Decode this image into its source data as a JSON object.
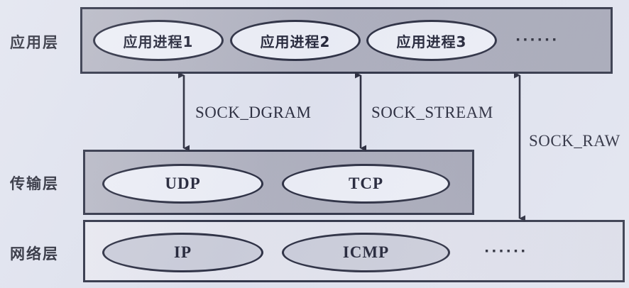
{
  "diagram": {
    "title": "TCP/IP socket layering diagram",
    "background_color": "#dfe2ee",
    "line_color": "#22263a"
  },
  "layers": [
    {
      "id": "application",
      "label": "应用层",
      "fill_color": "#a9aab9",
      "nodes": [
        {
          "id": "app-process-1",
          "label": "应用进程1"
        },
        {
          "id": "app-process-2",
          "label": "应用进程2"
        },
        {
          "id": "app-process-3",
          "label": "应用进程3"
        }
      ],
      "ellipsis": "······"
    },
    {
      "id": "transport",
      "label": "传输层",
      "fill_color": "#a9aab9",
      "nodes": [
        {
          "id": "udp",
          "label": "UDP"
        },
        {
          "id": "tcp",
          "label": "TCP"
        }
      ],
      "ellipsis": ""
    },
    {
      "id": "network",
      "label": "网络层",
      "fill_color": "#dcdde9",
      "nodes": [
        {
          "id": "ip",
          "label": "IP"
        },
        {
          "id": "icmp",
          "label": "ICMP"
        }
      ],
      "ellipsis": "······"
    }
  ],
  "connections": [
    {
      "id": "sock-dgram",
      "label": "SOCK_DGRAM",
      "from": "application",
      "to": "transport"
    },
    {
      "id": "sock-stream",
      "label": "SOCK_STREAM",
      "from": "application",
      "to": "transport"
    },
    {
      "id": "sock-raw",
      "label": "SOCK_RAW",
      "from": "application",
      "to": "network"
    }
  ]
}
